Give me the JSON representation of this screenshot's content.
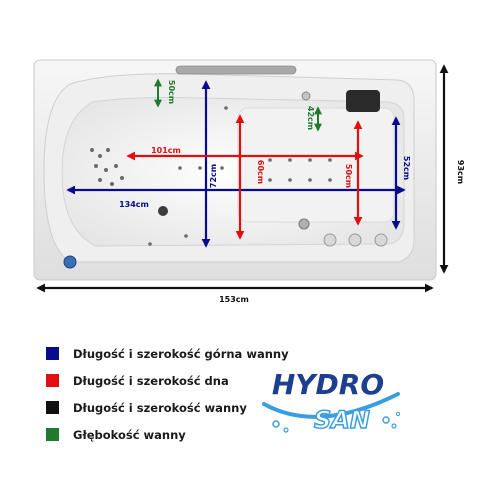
{
  "dimensions": {
    "total_length": "153cm",
    "total_width": "93cm",
    "top_length": "134cm",
    "top_width": "72cm",
    "bottom_length": "101cm",
    "bottom_width": "60cm",
    "bottom_width_2": "50cm",
    "right_width": "52cm",
    "depth_left": "50cm",
    "depth_right": "42cm"
  },
  "legend": [
    {
      "label": "Długość i szerokość górna wanny",
      "color": "#0a0a8c"
    },
    {
      "label": "Długość i szerokość dna",
      "color": "#e01010"
    },
    {
      "label": "Długość i szerokość wanny",
      "color": "#111111"
    },
    {
      "label": "Głębokość wanny",
      "color": "#1f7a2e"
    }
  ],
  "logo": {
    "line1": "HYDRO",
    "line2": "SAN",
    "colors": {
      "primary": "#1d3f8f",
      "accent": "#3a9ee0"
    }
  }
}
